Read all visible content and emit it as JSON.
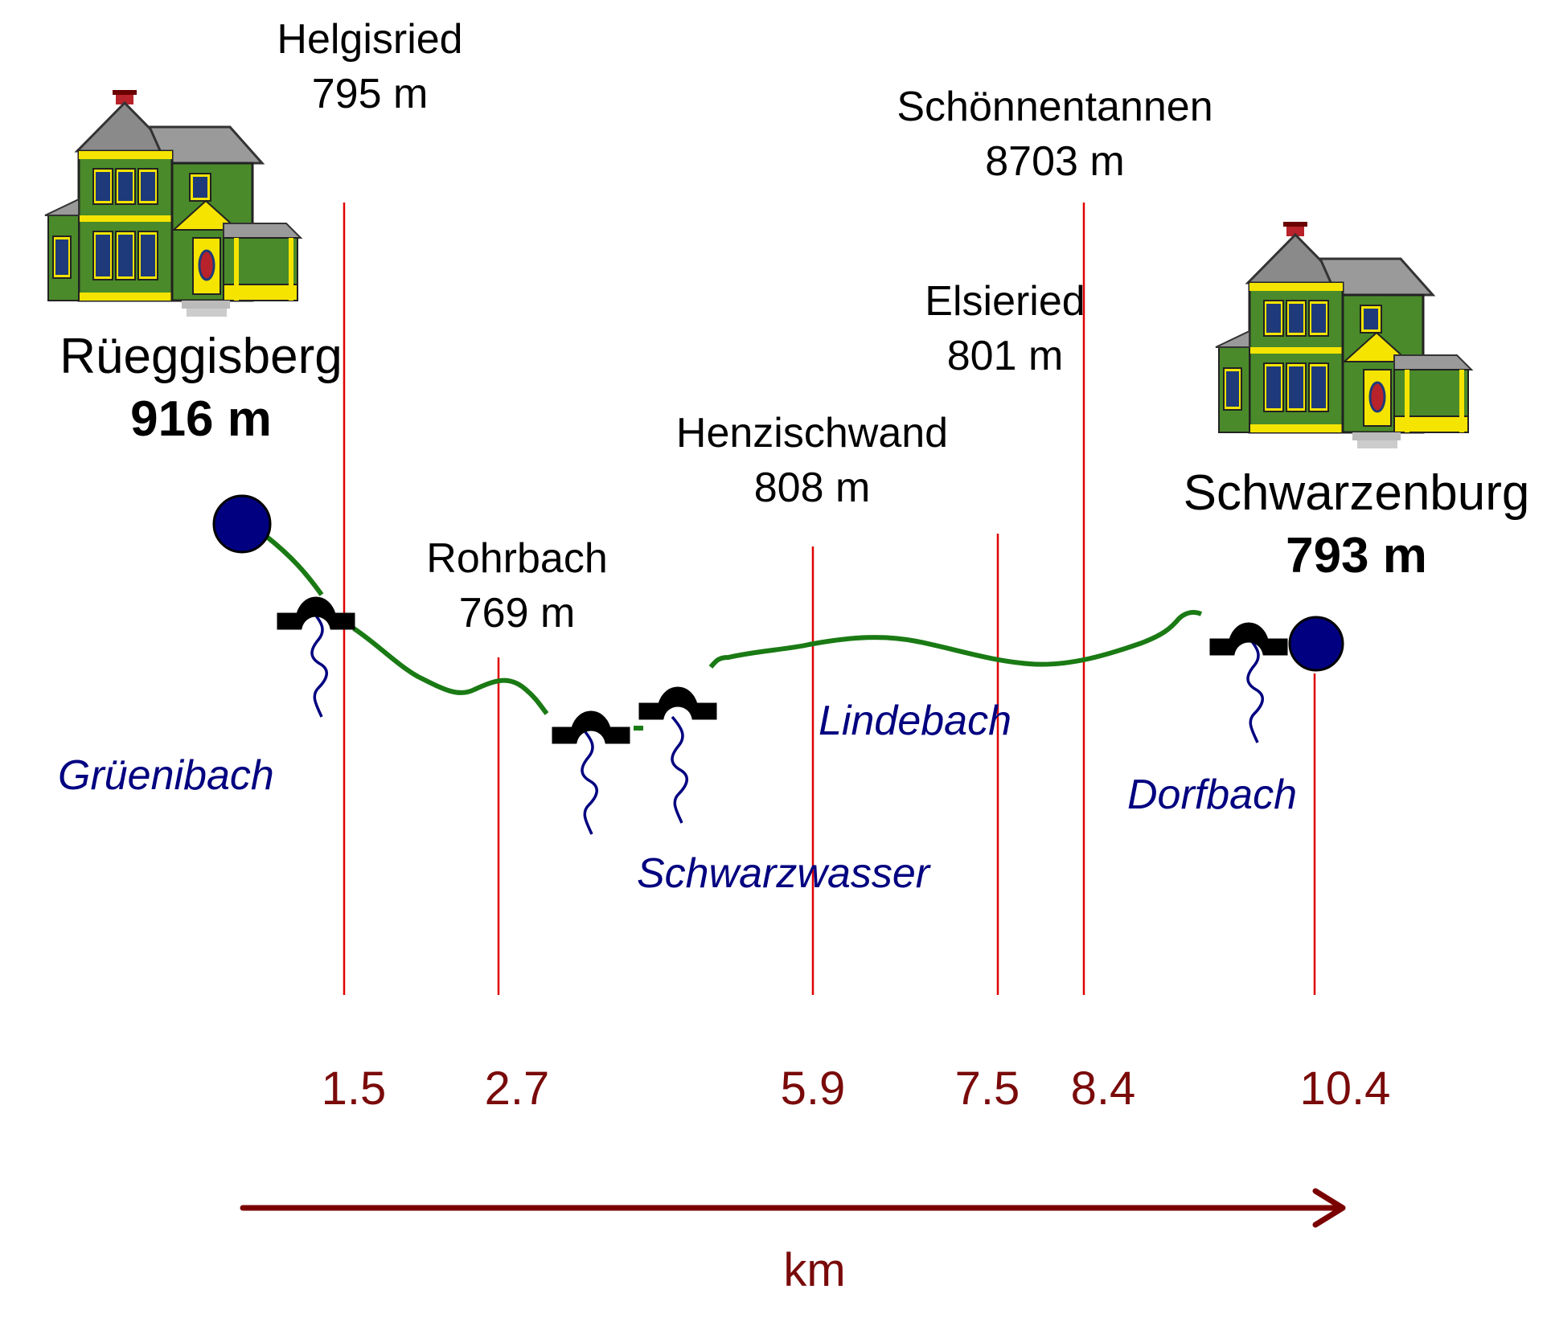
{
  "palette": {
    "route": "#1a7a14",
    "marker": "#7a0000",
    "node": "#000080",
    "stream": "#000080",
    "km_text": "#7a0a0a",
    "house_body": "#4a8a2a",
    "house_trim": "#f5e400",
    "roof": "#8a8a8a"
  },
  "start": {
    "name": "Rüeggisberg",
    "elevation": "916 m"
  },
  "end": {
    "name": "Schwarzenburg",
    "elevation": "793 m"
  },
  "waypoints": [
    {
      "name": "Helgisried",
      "elevation": "795 m"
    },
    {
      "name": "Rohrbach",
      "elevation": "769 m"
    },
    {
      "name": "Henzischwand",
      "elevation": "808 m"
    },
    {
      "name": "Elsieried",
      "elevation": "801 m"
    },
    {
      "name": "Schönnentannen",
      "elevation": "8703 m"
    }
  ],
  "streams": [
    "Grüenibach",
    "Schwarzwasser",
    "Lindebach",
    "Dorfbach"
  ],
  "km_marks": [
    "1.5",
    "2.7",
    "5.9",
    "7.5",
    "8.4",
    "10.4"
  ],
  "axis_label": "km",
  "icons": [
    "house-icon",
    "bridge-icon",
    "river-icon",
    "arrow-right-icon"
  ]
}
